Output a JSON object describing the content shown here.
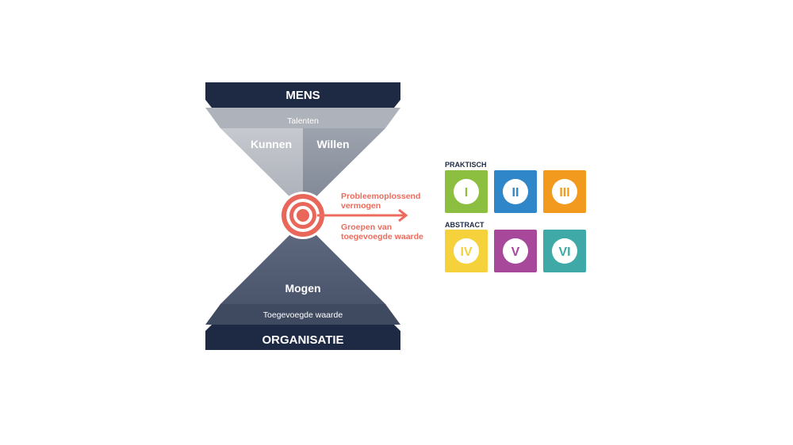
{
  "diagram": {
    "top_bar_label": "MENS",
    "talents_label": "Talenten",
    "kunnen_label": "Kunnen",
    "willen_label": "Willen",
    "mogen_label": "Mogen",
    "added_value_label": "Toegevoegde waarde",
    "bottom_bar_label": "ORGANISATIE",
    "arrow_label_top_line1": "Probleemoplossend",
    "arrow_label_top_line2": "vermogen",
    "arrow_label_bottom_line1": "Groepen van",
    "arrow_label_bottom_line2": "toegevoegde waarde",
    "practical_heading": "PRAKTISCH",
    "abstract_heading": "ABSTRACT",
    "tiles": [
      {
        "numeral": "I",
        "color": "#8cbf3f",
        "icon": "roman-numeral-I-badge"
      },
      {
        "numeral": "II",
        "color": "#2f86c8",
        "icon": "roman-numeral-II-badge"
      },
      {
        "numeral": "III",
        "color": "#f29a1d",
        "icon": "roman-numeral-III-badge"
      },
      {
        "numeral": "IV",
        "color": "#f5d23c",
        "icon": "roman-numeral-IV-badge"
      },
      {
        "numeral": "V",
        "color": "#a7489a",
        "icon": "roman-numeral-V-badge"
      },
      {
        "numeral": "VI",
        "color": "#3fa9a7",
        "icon": "roman-numeral-VI-badge"
      }
    ],
    "colors": {
      "navy": "#1e2a44",
      "slate": "#4e5a72",
      "target_red": "#e8675a",
      "arrow_red": "#ec6b5c",
      "light_grey": "#c9ccd2",
      "mid_grey": "#9aa0ab"
    },
    "target_icon": "target-icon"
  }
}
